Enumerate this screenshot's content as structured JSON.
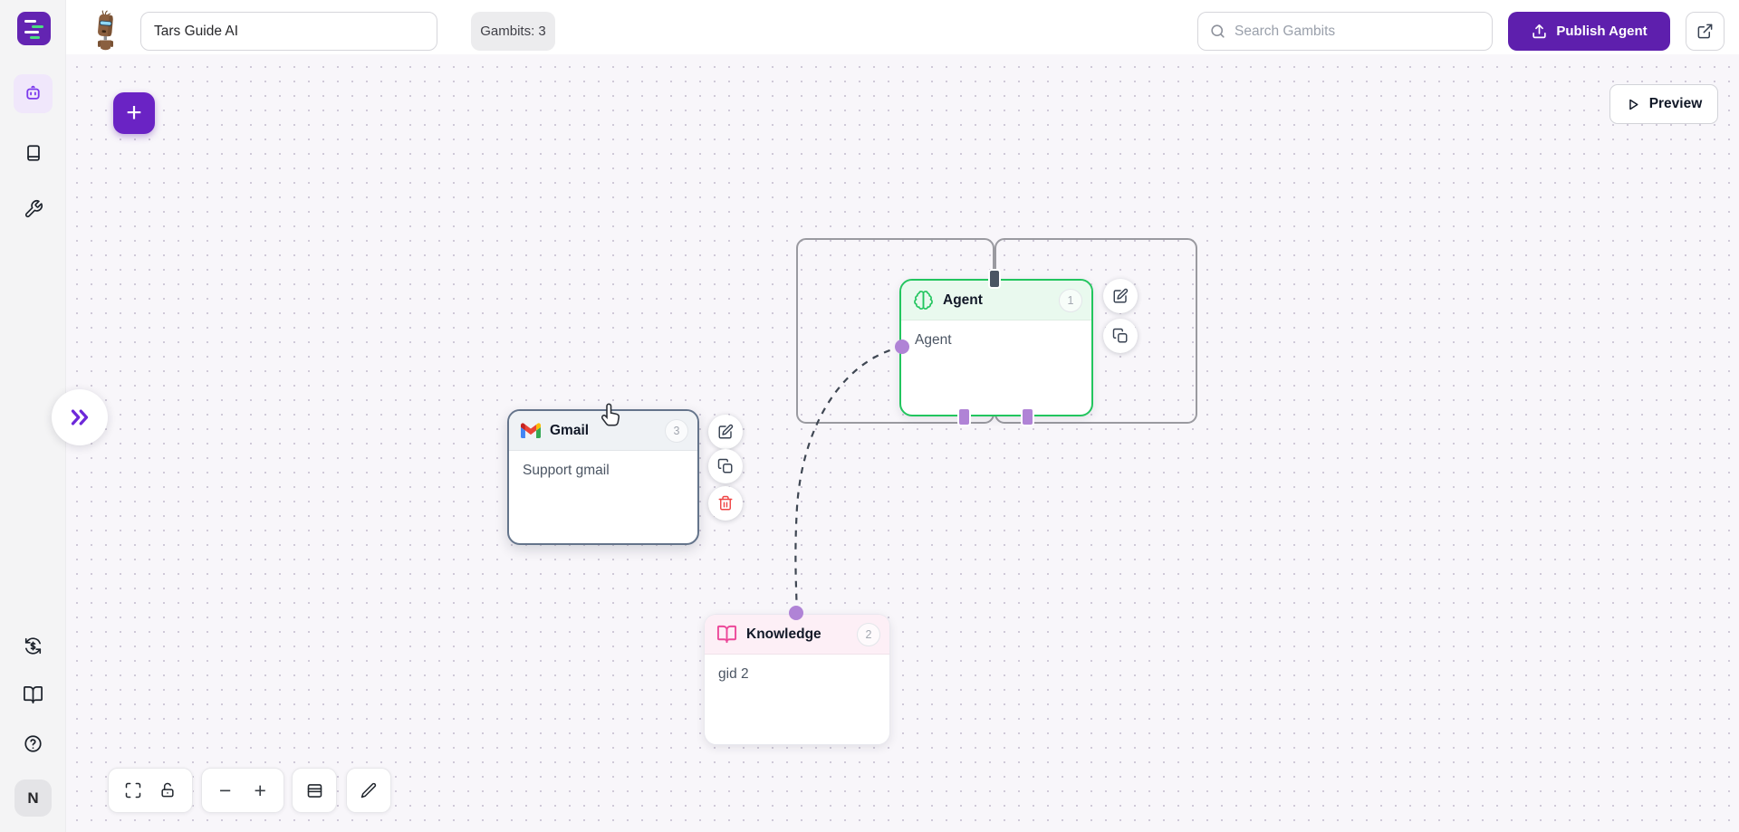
{
  "topbar": {
    "agent_name": "Tars Guide AI",
    "gambits_badge": "Gambits: 3",
    "search_placeholder": "Search Gambits",
    "publish_label": "Publish Agent"
  },
  "canvas": {
    "preview_label": "Preview",
    "add_gambit_label": "+",
    "zoom_out_label": "−",
    "zoom_in_label": "+"
  },
  "nodes": {
    "agent": {
      "title": "Agent",
      "badge": "1",
      "body": "Agent"
    },
    "gmail": {
      "title": "Gmail",
      "badge": "3",
      "body": "Support gmail"
    },
    "knowledge": {
      "title": "Knowledge",
      "badge": "2",
      "body": "gid 2"
    }
  },
  "sidebar": {
    "profile_initial": "N"
  },
  "colors": {
    "brand_purple": "#5e1fad",
    "accent_purple": "#6d28d9",
    "agent_green": "#22c55e",
    "knowledge_pink": "#ec4899",
    "handle_purple": "#b083d6",
    "group_border_gray": "#9a9aa0",
    "delete_red": "#ef4444"
  }
}
